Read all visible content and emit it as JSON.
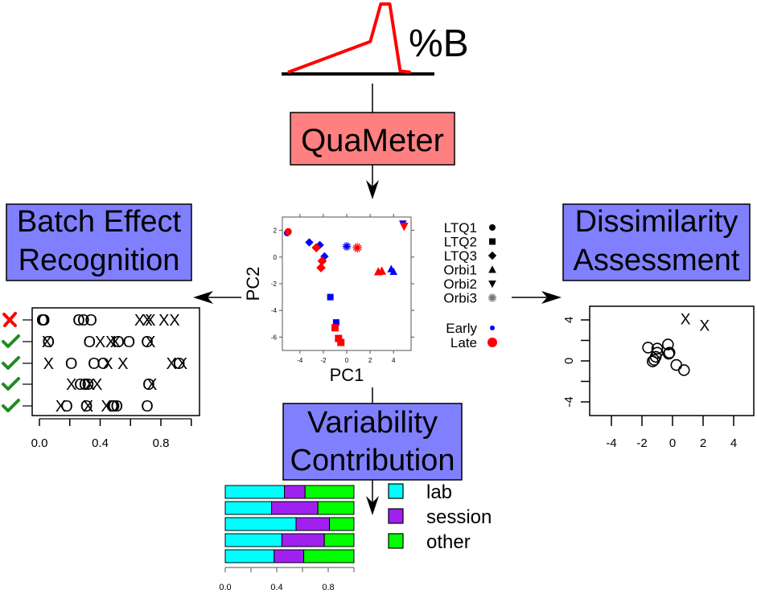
{
  "gradient": {
    "label": "%B",
    "line_color": "#ff0000",
    "profile": [
      [
        0,
        0
      ],
      [
        0.55,
        0.45
      ],
      [
        0.62,
        1.0
      ],
      [
        0.68,
        1.0
      ],
      [
        0.75,
        0.02
      ],
      [
        0.82,
        0
      ]
    ]
  },
  "boxes": {
    "quameter": {
      "label": "QuaMeter",
      "fill": "#ff8080"
    },
    "batch": {
      "line1": "Batch Effect",
      "line2": "Recognition",
      "fill": "#8080ff"
    },
    "dissimilarity": {
      "line1": "Dissimilarity",
      "line2": "Assessment",
      "fill": "#8080ff"
    },
    "variability": {
      "line1": "Variability",
      "line2": "Contribution",
      "fill": "#8080ff"
    }
  },
  "chart_data": [
    {
      "type": "scatter",
      "name": "pca",
      "xlabel": "PC1",
      "ylabel": "PC2",
      "xlim": [
        -5.5,
        5.5
      ],
      "ylim": [
        -7,
        3
      ],
      "xticks": [
        "-4",
        "-2",
        "0",
        "2",
        "4"
      ],
      "xtick_values": [
        -4,
        -2,
        0,
        2,
        4
      ],
      "yticks": [
        "2",
        "0",
        "-2",
        "-4",
        "-6"
      ],
      "ytick_values": [
        2,
        0,
        -2,
        -4,
        -6
      ],
      "colors": {
        "Early": "#0000ff",
        "Late": "#ff0000"
      },
      "points": [
        {
          "x": -5.1,
          "y": 1.8,
          "shape": "circle",
          "group": "Early"
        },
        {
          "x": -5.0,
          "y": 1.9,
          "shape": "circle",
          "group": "Late"
        },
        {
          "x": -3.2,
          "y": 1.1,
          "shape": "diamond",
          "group": "Early"
        },
        {
          "x": -2.3,
          "y": 0.9,
          "shape": "diamond",
          "group": "Early"
        },
        {
          "x": -2.6,
          "y": 0.7,
          "shape": "diamond",
          "group": "Late"
        },
        {
          "x": -1.9,
          "y": 0.05,
          "shape": "diamond",
          "group": "Early"
        },
        {
          "x": -2.1,
          "y": -0.3,
          "shape": "diamond",
          "group": "Late"
        },
        {
          "x": -2.2,
          "y": -0.8,
          "shape": "diamond",
          "group": "Late"
        },
        {
          "x": 0.0,
          "y": 0.8,
          "shape": "asterisk",
          "group": "Early"
        },
        {
          "x": 0.9,
          "y": 0.7,
          "shape": "asterisk",
          "group": "Late"
        },
        {
          "x": 4.8,
          "y": 2.5,
          "shape": "triangle-down",
          "group": "Early"
        },
        {
          "x": 4.9,
          "y": 2.3,
          "shape": "triangle-down",
          "group": "Late"
        },
        {
          "x": 2.7,
          "y": -1.1,
          "shape": "triangle",
          "group": "Late"
        },
        {
          "x": 3.0,
          "y": -1.05,
          "shape": "triangle",
          "group": "Late"
        },
        {
          "x": 3.8,
          "y": -0.9,
          "shape": "triangle",
          "group": "Early"
        },
        {
          "x": 4.0,
          "y": -1.1,
          "shape": "triangle",
          "group": "Early"
        },
        {
          "x": -1.4,
          "y": -3.0,
          "shape": "square",
          "group": "Early"
        },
        {
          "x": -0.9,
          "y": -4.9,
          "shape": "square",
          "group": "Early"
        },
        {
          "x": -1.0,
          "y": -5.3,
          "shape": "square",
          "group": "Late"
        },
        {
          "x": -0.7,
          "y": -6.1,
          "shape": "square",
          "group": "Late"
        },
        {
          "x": -0.5,
          "y": -6.4,
          "shape": "square",
          "group": "Late"
        }
      ],
      "legend": {
        "shapes": [
          {
            "label": "LTQ1",
            "shape": "circle"
          },
          {
            "label": "LTQ2",
            "shape": "square"
          },
          {
            "label": "LTQ3",
            "shape": "diamond"
          },
          {
            "label": "Orbi1",
            "shape": "triangle"
          },
          {
            "label": "Orbi2",
            "shape": "triangle-down"
          },
          {
            "label": "Orbi3",
            "shape": "asterisk"
          }
        ],
        "colors": [
          {
            "label": "Early",
            "color": "#0000ff",
            "size": "small"
          },
          {
            "label": "Late",
            "color": "#ff0000",
            "size": "large"
          }
        ],
        "placement": "right"
      }
    },
    {
      "type": "scatter",
      "name": "batch-dotplot",
      "xlim": [
        -0.05,
        1.02
      ],
      "xticks": [
        "0.0",
        "0.4",
        "0.8"
      ],
      "xtick_values": [
        0.0,
        0.2,
        0.4,
        0.6,
        0.8,
        1.0
      ],
      "xtick_label_values": [
        0.0,
        0.4,
        0.8
      ],
      "rows": [
        {
          "status": "fail",
          "color": "#ff0000",
          "points": [
            {
              "x": 0.02,
              "m": "O"
            },
            {
              "x": 0.03,
              "m": "O"
            },
            {
              "x": 0.26,
              "m": "O"
            },
            {
              "x": 0.29,
              "m": "O"
            },
            {
              "x": 0.34,
              "m": "O"
            },
            {
              "x": 0.66,
              "m": "X"
            },
            {
              "x": 0.71,
              "m": "X"
            },
            {
              "x": 0.73,
              "m": "X"
            },
            {
              "x": 0.82,
              "m": "X"
            },
            {
              "x": 0.89,
              "m": "X"
            }
          ]
        },
        {
          "status": "pass",
          "color": "#000000",
          "points": [
            {
              "x": 0.05,
              "m": "X"
            },
            {
              "x": 0.06,
              "m": "O"
            },
            {
              "x": 0.33,
              "m": "O"
            },
            {
              "x": 0.4,
              "m": "X"
            },
            {
              "x": 0.47,
              "m": "X"
            },
            {
              "x": 0.5,
              "m": "X"
            },
            {
              "x": 0.52,
              "m": "O"
            },
            {
              "x": 0.59,
              "m": "O"
            },
            {
              "x": 0.71,
              "m": "O"
            },
            {
              "x": 0.73,
              "m": "X"
            }
          ]
        },
        {
          "status": "pass",
          "color": "#000000",
          "points": [
            {
              "x": 0.06,
              "m": "X"
            },
            {
              "x": 0.21,
              "m": "O"
            },
            {
              "x": 0.36,
              "m": "O"
            },
            {
              "x": 0.42,
              "m": "O"
            },
            {
              "x": 0.45,
              "m": "X"
            },
            {
              "x": 0.55,
              "m": "X"
            },
            {
              "x": 0.87,
              "m": "X"
            },
            {
              "x": 0.92,
              "m": "O"
            },
            {
              "x": 0.94,
              "m": "X"
            }
          ]
        },
        {
          "status": "pass",
          "color": "#000000",
          "points": [
            {
              "x": 0.21,
              "m": "X"
            },
            {
              "x": 0.27,
              "m": "O"
            },
            {
              "x": 0.3,
              "m": "O"
            },
            {
              "x": 0.32,
              "m": "O"
            },
            {
              "x": 0.33,
              "m": "X"
            },
            {
              "x": 0.38,
              "m": "X"
            },
            {
              "x": 0.72,
              "m": "O"
            },
            {
              "x": 0.74,
              "m": "X"
            }
          ]
        },
        {
          "status": "pass",
          "color": "#000000",
          "points": [
            {
              "x": 0.14,
              "m": "X"
            },
            {
              "x": 0.18,
              "m": "O"
            },
            {
              "x": 0.31,
              "m": "O"
            },
            {
              "x": 0.32,
              "m": "X"
            },
            {
              "x": 0.44,
              "m": "X"
            },
            {
              "x": 0.48,
              "m": "O"
            },
            {
              "x": 0.49,
              "m": "O"
            },
            {
              "x": 0.51,
              "m": "O"
            },
            {
              "x": 0.71,
              "m": "O"
            }
          ]
        }
      ],
      "status_colors": {
        "fail": "#ff0000",
        "pass": "#228b22"
      }
    },
    {
      "type": "scatter",
      "name": "dissimilarity-scatter",
      "xlim": [
        -5.3,
        5.3
      ],
      "ylim": [
        -5.8,
        5.0
      ],
      "xticks": [
        "-4",
        "-2",
        "0",
        "2",
        "4"
      ],
      "xtick_values": [
        -4,
        -2,
        0,
        2,
        4
      ],
      "yticks": [
        "4",
        "0",
        "-4"
      ],
      "ytick_values": [
        4,
        2,
        0,
        -2,
        -4
      ],
      "ytick_label_values": [
        4,
        0,
        -4
      ],
      "points": [
        {
          "x": -1.6,
          "y": 1.3,
          "m": "O",
          "color": "#000000"
        },
        {
          "x": -1.0,
          "y": 1.2,
          "m": "O",
          "color": "#000000"
        },
        {
          "x": -1.0,
          "y": 0.8,
          "m": "O",
          "color": "#000000"
        },
        {
          "x": -1.1,
          "y": 0.4,
          "m": "O",
          "color": "#000000"
        },
        {
          "x": -1.2,
          "y": 0.1,
          "m": "O",
          "color": "#000000"
        },
        {
          "x": -1.3,
          "y": -0.05,
          "m": "O",
          "color": "#000000"
        },
        {
          "x": -0.3,
          "y": 1.6,
          "m": "O",
          "color": "#000000"
        },
        {
          "x": -0.2,
          "y": 0.8,
          "m": "O",
          "color": "#000000"
        },
        {
          "x": -0.25,
          "y": 0.7,
          "m": "O",
          "color": "#000000"
        },
        {
          "x": 0.25,
          "y": -0.4,
          "m": "O",
          "color": "#000000"
        },
        {
          "x": 0.75,
          "y": -0.9,
          "m": "O",
          "color": "#000000"
        },
        {
          "x": 0.85,
          "y": 4.1,
          "m": "X",
          "color": "#ff0000"
        },
        {
          "x": 2.1,
          "y": 3.5,
          "m": "X",
          "color": "#ff0000"
        }
      ]
    },
    {
      "type": "bar",
      "name": "variability-bars",
      "orientation": "horizontal-stacked",
      "xticks": [
        "0.0",
        "0.4",
        "0.8"
      ],
      "xtick_values": [
        0.0,
        0.2,
        0.4,
        0.6,
        0.8,
        1.0
      ],
      "xtick_label_values": [
        0.0,
        0.4,
        0.8
      ],
      "series": [
        {
          "name": "lab",
          "color": "#00ffff",
          "values": [
            0.46,
            0.36,
            0.55,
            0.44,
            0.38
          ]
        },
        {
          "name": "session",
          "color": "#a020f0",
          "values": [
            0.16,
            0.36,
            0.26,
            0.33,
            0.23
          ]
        },
        {
          "name": "other",
          "color": "#00ff00",
          "values": [
            0.38,
            0.28,
            0.19,
            0.23,
            0.39
          ]
        }
      ],
      "legend": [
        "lab",
        "session",
        "other"
      ],
      "legend_placement": "right"
    }
  ]
}
